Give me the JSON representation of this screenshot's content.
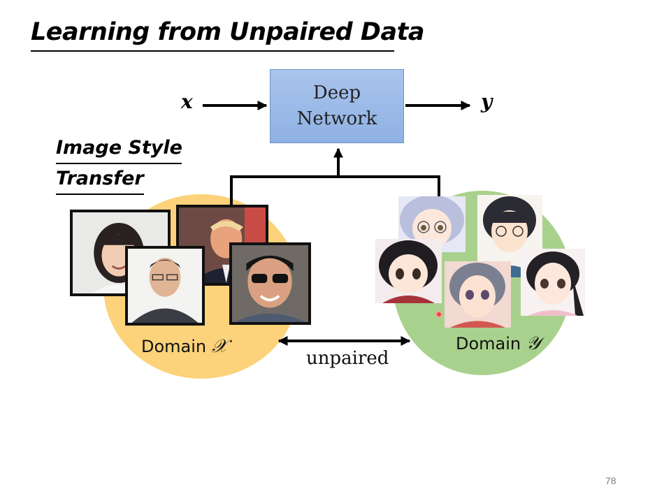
{
  "slide": {
    "title": "Learning from Unpaired Data",
    "subtitle_line1": "Image Style",
    "subtitle_line2": "Transfer",
    "page_number": "78"
  },
  "diagram": {
    "input_var": "x",
    "output_var": "y",
    "network_line1": "Deep",
    "network_line2": "Network",
    "domain_x_text": "Domain",
    "domain_x_symbol": "𝒳",
    "domain_y_text": "Domain",
    "domain_y_symbol": "𝒴",
    "relation_label": "unpaired"
  },
  "colors": {
    "network_box": "#9dbbe8",
    "domain_x_blob": "#fcd27a",
    "domain_y_blob": "#a9d18e"
  }
}
